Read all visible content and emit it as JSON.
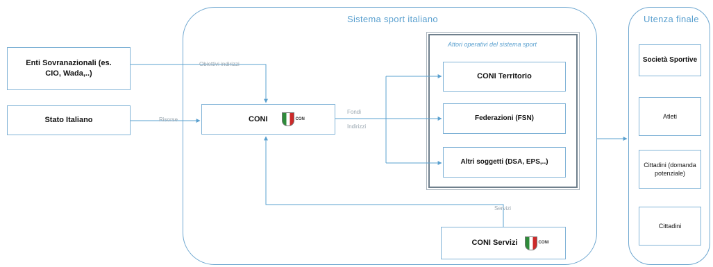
{
  "sistema": {
    "title": "Sistema sport italiano"
  },
  "attori": {
    "title": "Attori operativi del sistema sport"
  },
  "utenza": {
    "title": "Utenza finale"
  },
  "left": {
    "enti": "Enti Sovranazionali (es. CIO, Wada,..)",
    "stato": "Stato Italiano"
  },
  "coni": {
    "label": "CONI",
    "logo_text": "CON"
  },
  "operativi": {
    "territorio": "CONI Territorio",
    "federazioni": "Federazioni (FSN)",
    "altri": "Altri soggetti (DSA, EPS,..)"
  },
  "servizi": {
    "label": "CONI Servizi",
    "logo_text": "CONI"
  },
  "finale": {
    "societa": "Società Sportive",
    "atleti": "Atleti",
    "cittadini_domanda": "Cittadini (domanda potenziale)",
    "cittadini": "Cittadini"
  },
  "edge_labels": {
    "indirizzi": "Obiettivi indirizzi",
    "risorse": "Risorse",
    "fondi": "Fondi",
    "indirizzi2": "Indirizzi",
    "servizi": "Servizi"
  },
  "colors": {
    "accent": "#5aa0cf",
    "border": "#7fb2d6"
  }
}
